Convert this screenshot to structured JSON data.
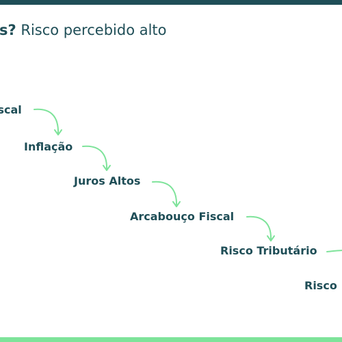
{
  "colors": {
    "text": "#1f4e57",
    "accent": "#7ee39a",
    "top_bar": "#1f4e57",
    "bottom_bar": "#7ee39a"
  },
  "heading": {
    "question": "s?",
    "subtitle": "Risco percebido alto"
  },
  "steps": [
    {
      "label": "iscal"
    },
    {
      "label": "Inflação"
    },
    {
      "label": "Juros Altos"
    },
    {
      "label": "Arcabouço Fiscal"
    },
    {
      "label": "Risco Tributário"
    },
    {
      "label": "Risco"
    }
  ]
}
